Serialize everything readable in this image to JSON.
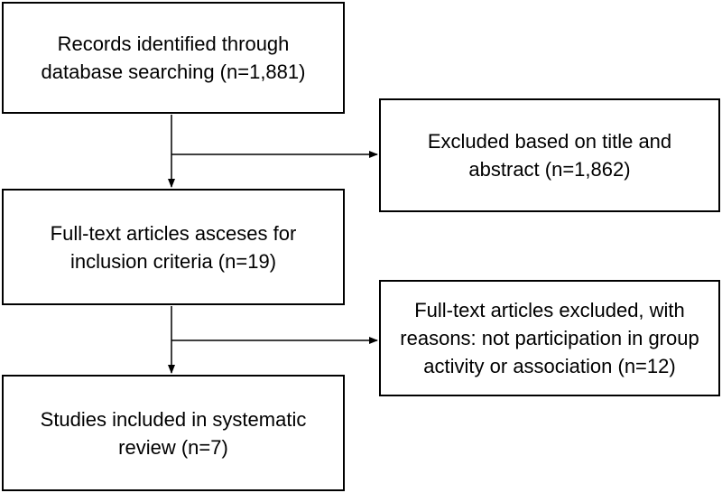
{
  "flowchart": {
    "records_identified": "Records identified through database searching (n=1,881)",
    "excluded_title_abstract": "Excluded based on title and abstract (n=1,862)",
    "fulltext_assessed": "Full-text articles asceses for inclusion criteria (n=19)",
    "fulltext_excluded": "Full-text articles excluded, with reasons: not participation in group activity or association (n=12)",
    "studies_included": "Studies included in systematic review (n=7)"
  },
  "colors": {
    "stroke": "#000000",
    "background": "#ffffff"
  }
}
